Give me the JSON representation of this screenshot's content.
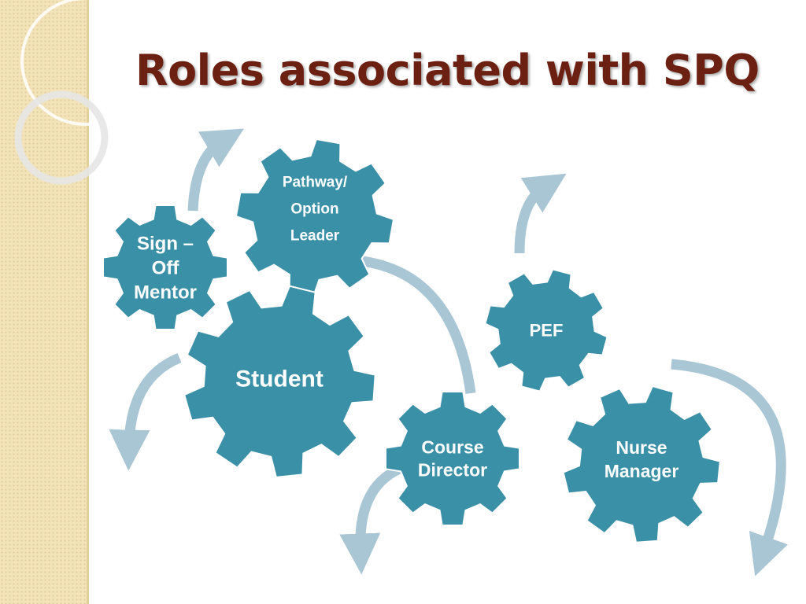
{
  "title": "Roles associated with SPQ",
  "colors": {
    "gear": "#3a90a6",
    "gear_stroke": "#ffffff",
    "arrow": "#a9c6d4",
    "title": "#6b2012",
    "sidebar": "#f3e3b8"
  },
  "gears": [
    {
      "id": "sign-off-mentor",
      "lines": [
        "Sign –",
        "Off",
        "Mentor"
      ]
    },
    {
      "id": "pathway-option-leader",
      "lines": [
        "Pathway/",
        "Option",
        "Leader"
      ]
    },
    {
      "id": "student",
      "lines": [
        "Student"
      ]
    },
    {
      "id": "pef",
      "lines": [
        "PEF"
      ]
    },
    {
      "id": "course-director",
      "lines": [
        "Course",
        "Director"
      ]
    },
    {
      "id": "nurse-manager",
      "lines": [
        "Nurse",
        "Manager"
      ]
    }
  ]
}
